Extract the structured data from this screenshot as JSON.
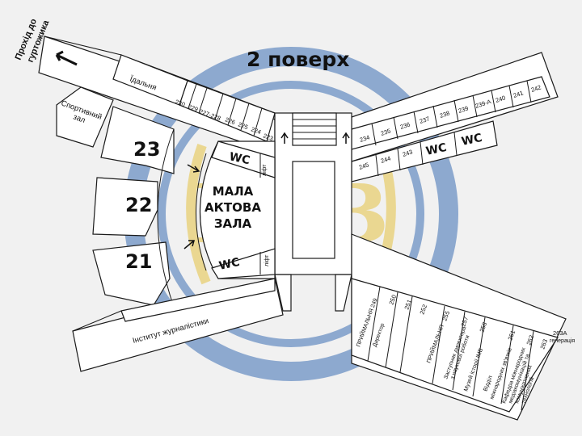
{
  "title": "2 поверх",
  "watermark": "ІМВ",
  "passage_label": "Прохід до гуртожика",
  "labels": {
    "canteen": "Їдальня",
    "sports_hall": "Спортивний зал",
    "small_hall_1": "МАЛА",
    "small_hall_2": "АКТОВА",
    "small_hall_3": "ЗАЛА",
    "lift": "ліфт",
    "wc": "WC",
    "journalism": "Інститут журналістики",
    "reception_249": "ПРИЙМАЛЬНЯ 249",
    "director": "Директор",
    "reception": "ПРИЙМАЛЬНЯ",
    "deputy": "Заступник директора з наукової роботи",
    "museum": "Музей історії ІМВ",
    "dept_1": "Відділ міжнародних зв'язків",
    "dept_2": "Кафедра міжнародних медіакомунікацій та комунікативних технологій",
    "room_263a": "263А",
    "room_263a_note": "генерація"
  },
  "big_rooms": [
    "23",
    "22",
    "21"
  ],
  "top_left_rooms": [
    "230",
    "229",
    "227-228",
    "226",
    "225",
    "224",
    "223"
  ],
  "top_right_rooms": [
    "234",
    "235",
    "236",
    "237",
    "238",
    "239",
    "239-А",
    "240",
    "241",
    "242"
  ],
  "mid_right_rooms": [
    "245",
    "244",
    "243"
  ],
  "bottom_right_rooms": [
    "250",
    "251",
    "252",
    "255",
    "257",
    "258",
    "261",
    "262",
    "263"
  ],
  "colors": {
    "watermark_blue": "#3d6fb5",
    "watermark_gold": "#e5c243",
    "wall": "#1a1a1a"
  }
}
